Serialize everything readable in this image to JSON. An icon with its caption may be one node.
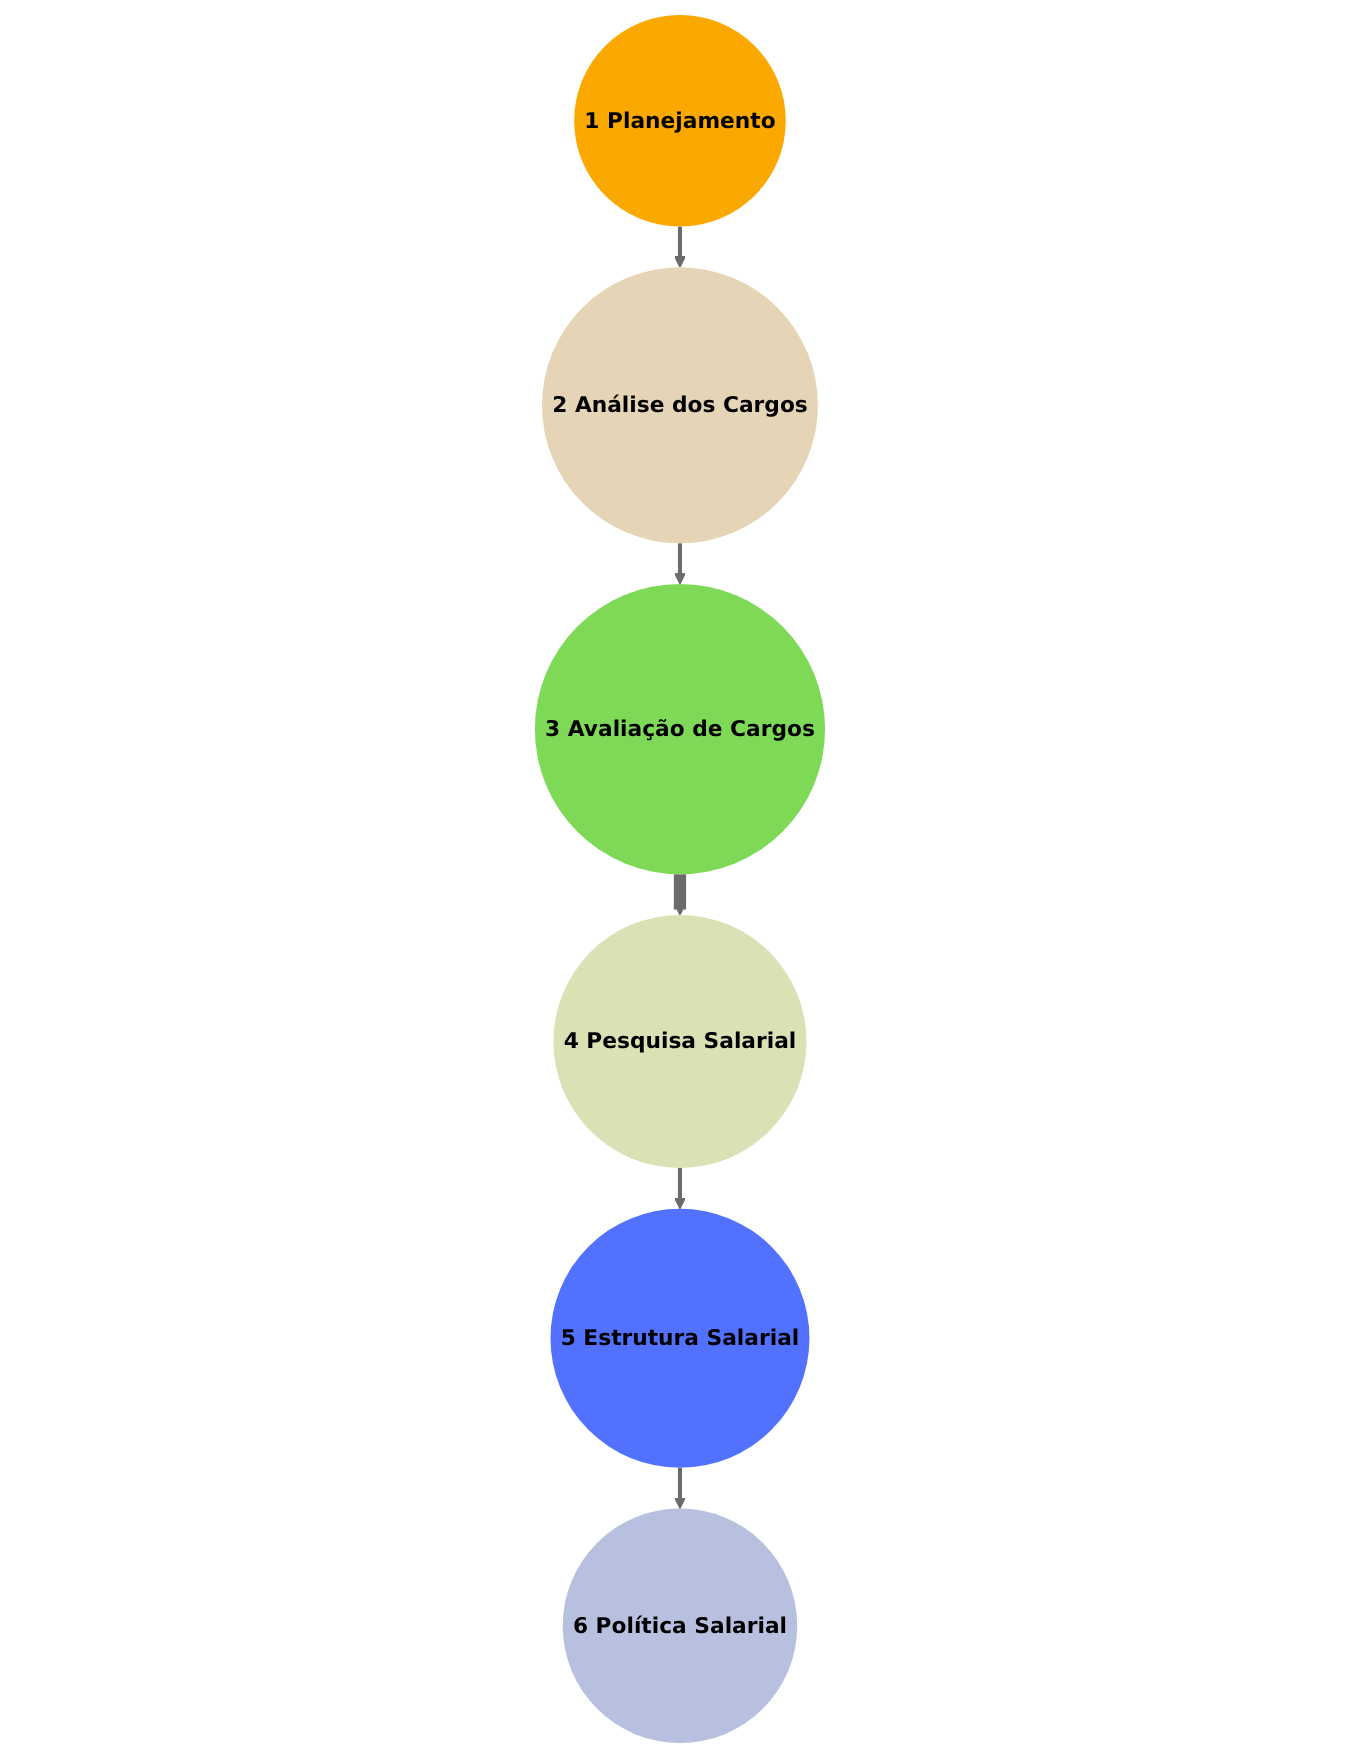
{
  "diagram": {
    "nodes": [
      {
        "text": [
          "1 Planejamento"
        ]
      },
      {
        "text": [
          "2 Análise dos Cargos"
        ]
      },
      {
        "text": [
          "3 Avaliação de Cargos"
        ]
      },
      {
        "text": [
          "4 Pesquisa Salarial"
        ]
      },
      {
        "text": [
          "5 Estrutura Salarial"
        ]
      },
      {
        "text": [
          "6 Política Salarial"
        ]
      }
    ],
    "edges": [
      {
        "from": 0,
        "to": 1,
        "arrow": "to"
      },
      {
        "from": 1,
        "to": 2,
        "arrow": "to"
      },
      {
        "from": 2,
        "to": 3,
        "arrow": "to",
        "style": "thick"
      },
      {
        "from": 3,
        "to": 4,
        "arrow": "to"
      },
      {
        "from": 4,
        "to": 5,
        "arrow": "to"
      }
    ]
  }
}
